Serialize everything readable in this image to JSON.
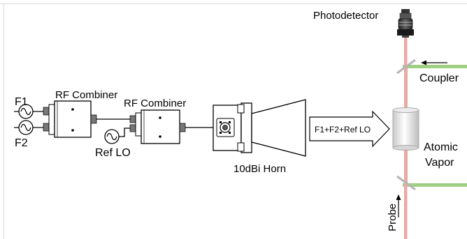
{
  "diagram": {
    "labels": {
      "f1": "F1",
      "f2": "F2",
      "combiner_1": "RF Combiner",
      "combiner_2": "RF Combiner",
      "ref_lo": "Ref LO",
      "horn": "10dBi Horn",
      "signal_arrow": "F1+F2+Ref LO",
      "photodetector": "Photodetector",
      "coupler": "Coupler",
      "vapor_line1": "Atomic",
      "vapor_line2": "Vapor",
      "probe": "Probe"
    },
    "colors": {
      "probe_beam": "#f0a6a6",
      "coupler_beam": "#9fcf82",
      "component_outline": "#000000",
      "vapor_cell": "#dddddd"
    },
    "icons": {
      "signal_source": "sine-source-icon",
      "combiner": "rf-combiner-icon",
      "horn": "horn-antenna-icon",
      "photodetector": "photodetector-icon",
      "mirror": "beam-splitter-icon"
    }
  }
}
